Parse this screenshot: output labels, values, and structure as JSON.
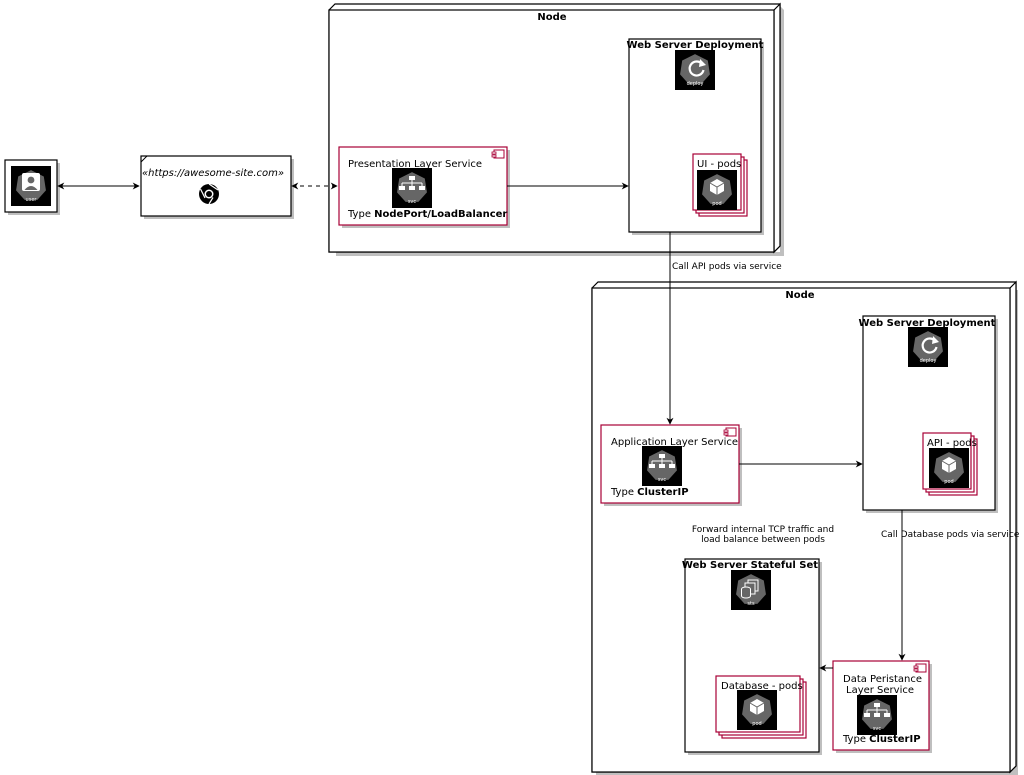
{
  "nodes": {
    "top": {
      "title": "Node"
    },
    "bottom": {
      "title": "Node"
    }
  },
  "user": {
    "icon": "user-icon",
    "label": "user"
  },
  "browser": {
    "stereotype": "«https://awesome-site.com»",
    "icon": "chrome-icon"
  },
  "presentation_service": {
    "title": "Presentation Layer Service",
    "type_prefix": "Type ",
    "type_value": "NodePort/LoadBalancer",
    "icon_label": "svc"
  },
  "web_deployment_top": {
    "title": "Web Server Deployment",
    "icon_label": "deploy"
  },
  "ui_pods": {
    "title": "UI - pods",
    "icon_label": "pod"
  },
  "application_service": {
    "title": "Application Layer Service",
    "type_prefix": "Type ",
    "type_value": "ClusterIP",
    "icon_label": "svc"
  },
  "web_deployment_bottom": {
    "title": "Web Server Deployment",
    "icon_label": "deploy"
  },
  "api_pods": {
    "title": "API - pods",
    "icon_label": "pod"
  },
  "stateful_set": {
    "title": "Web Server Stateful Set",
    "icon_label": "sts"
  },
  "database_pods": {
    "title": "Database - pods",
    "icon_label": "pod"
  },
  "data_service": {
    "title_line1": "Data Peristance",
    "title_line2": "Layer Service",
    "type_prefix": "Type ",
    "type_value": "ClusterIP",
    "icon_label": "svc"
  },
  "edge_labels": {
    "call_api": "Call API pods via service",
    "call_db": "Call Database pods via service",
    "forward_line1": "Forward internal TCP traffic and",
    "forward_line2": "load balance between pods"
  },
  "colors": {
    "component_border": "#a80036",
    "icon_fill": "#666666",
    "shadow": "#bfbfbf"
  }
}
